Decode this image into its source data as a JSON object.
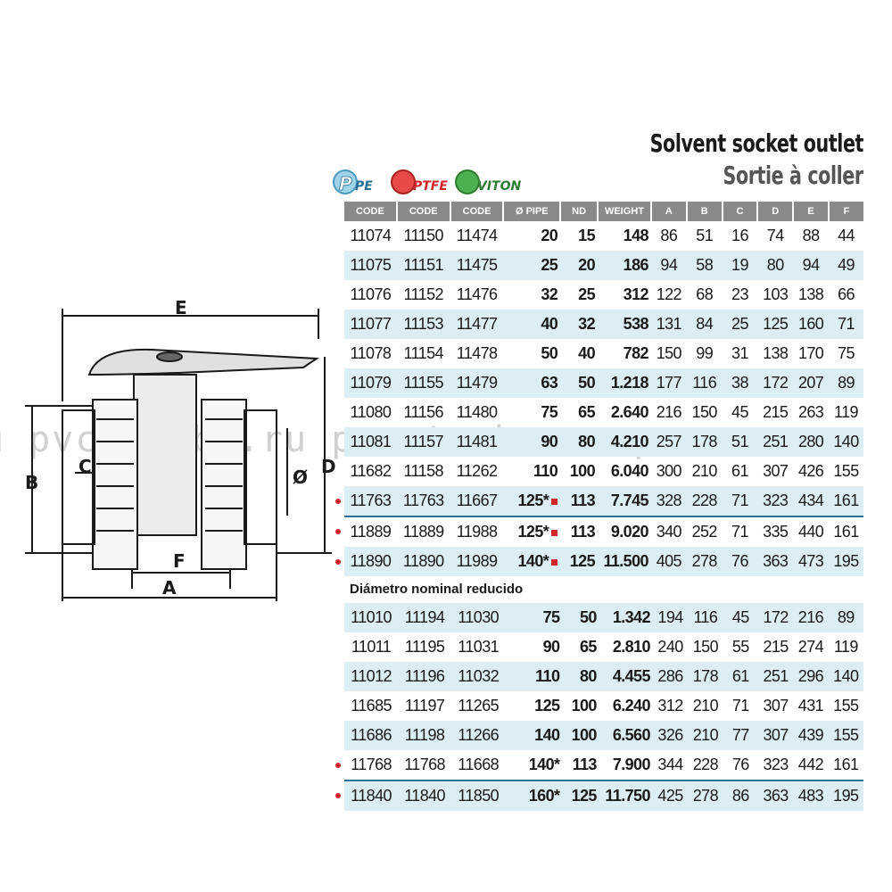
{
  "title": "Solvent socket outlet",
  "subtitle": "Sortie à coller",
  "logos": [
    "PE",
    "PTFE",
    "VITON"
  ],
  "headers": [
    "CODE",
    "CODE",
    "CODE",
    "Ø PIPE",
    "ND",
    "WEIGHT",
    "A",
    "B",
    "C",
    "D",
    "E",
    "F"
  ],
  "rows": [
    {
      "c1": "11074",
      "c2": "11150",
      "c3": "11474",
      "pipe": "20",
      "nd": "15",
      "w": "148",
      "a": "86",
      "b": "51",
      "c": "16",
      "d": "74",
      "e": "88",
      "f": "44"
    },
    {
      "c1": "11075",
      "c2": "11151",
      "c3": "11475",
      "pipe": "25",
      "nd": "20",
      "w": "186",
      "a": "94",
      "b": "58",
      "c": "19",
      "d": "80",
      "e": "94",
      "f": "49"
    },
    {
      "c1": "11076",
      "c2": "11152",
      "c3": "11476",
      "pipe": "32",
      "nd": "25",
      "w": "312",
      "a": "122",
      "b": "68",
      "c": "23",
      "d": "103",
      "e": "138",
      "f": "66"
    },
    {
      "c1": "11077",
      "c2": "11153",
      "c3": "11477",
      "pipe": "40",
      "nd": "32",
      "w": "538",
      "a": "131",
      "b": "84",
      "c": "25",
      "d": "125",
      "e": "160",
      "f": "71"
    },
    {
      "c1": "11078",
      "c2": "11154",
      "c3": "11478",
      "pipe": "50",
      "nd": "40",
      "w": "782",
      "a": "150",
      "b": "99",
      "c": "31",
      "d": "138",
      "e": "170",
      "f": "75"
    },
    {
      "c1": "11079",
      "c2": "11155",
      "c3": "11479",
      "pipe": "63",
      "nd": "50",
      "w": "1.218",
      "a": "177",
      "b": "116",
      "c": "38",
      "d": "172",
      "e": "207",
      "f": "89"
    },
    {
      "c1": "11080",
      "c2": "11156",
      "c3": "11480",
      "pipe": "75",
      "nd": "65",
      "w": "2.640",
      "a": "216",
      "b": "150",
      "c": "45",
      "d": "215",
      "e": "263",
      "f": "119"
    },
    {
      "c1": "11081",
      "c2": "11157",
      "c3": "11481",
      "pipe": "90",
      "nd": "80",
      "w": "4.210",
      "a": "257",
      "b": "178",
      "c": "51",
      "d": "251",
      "e": "280",
      "f": "140"
    },
    {
      "c1": "11682",
      "c2": "11158",
      "c3": "11262",
      "pipe": "110",
      "nd": "100",
      "w": "6.040",
      "a": "300",
      "b": "210",
      "c": "61",
      "d": "307",
      "e": "426",
      "f": "155"
    },
    {
      "c1": "11763",
      "c2": "11763",
      "c3": "11667",
      "pipe": "125*",
      "nd": "113",
      "w": "7.745",
      "a": "328",
      "b": "228",
      "c": "71",
      "d": "323",
      "e": "434",
      "f": "161"
    },
    {
      "c1": "11889",
      "c2": "11889",
      "c3": "11988",
      "pipe": "125*",
      "nd": "113",
      "w": "9.020",
      "a": "340",
      "b": "252",
      "c": "71",
      "d": "335",
      "e": "440",
      "f": "161"
    },
    {
      "c1": "11890",
      "c2": "11890",
      "c3": "11989",
      "pipe": "140*",
      "nd": "125",
      "w": "11.500",
      "a": "405",
      "b": "278",
      "c": "76",
      "d": "363",
      "e": "473",
      "f": "195"
    }
  ],
  "section_label": "Diámetro nominal reducido",
  "rows2": [
    {
      "c1": "11010",
      "c2": "11194",
      "c3": "11030",
      "pipe": "75",
      "nd": "50",
      "w": "1.342",
      "a": "194",
      "b": "116",
      "c": "45",
      "d": "172",
      "e": "216",
      "f": "89"
    },
    {
      "c1": "11011",
      "c2": "11195",
      "c3": "11031",
      "pipe": "90",
      "nd": "65",
      "w": "2.810",
      "a": "240",
      "b": "150",
      "c": "55",
      "d": "215",
      "e": "274",
      "f": "119"
    },
    {
      "c1": "11012",
      "c2": "11196",
      "c3": "11032",
      "pipe": "110",
      "nd": "80",
      "w": "4.455",
      "a": "286",
      "b": "178",
      "c": "61",
      "d": "251",
      "e": "296",
      "f": "140"
    },
    {
      "c1": "11685",
      "c2": "11197",
      "c3": "11265",
      "pipe": "125",
      "nd": "100",
      "w": "6.240",
      "a": "312",
      "b": "210",
      "c": "71",
      "d": "307",
      "e": "431",
      "f": "155"
    },
    {
      "c1": "11686",
      "c2": "11198",
      "c3": "11266",
      "pipe": "140",
      "nd": "100",
      "w": "6.560",
      "a": "326",
      "b": "210",
      "c": "77",
      "d": "307",
      "e": "439",
      "f": "155"
    },
    {
      "c1": "11768",
      "c2": "11768",
      "c3": "11668",
      "pipe": "140*",
      "nd": "113",
      "w": "7.900",
      "a": "344",
      "b": "228",
      "c": "76",
      "d": "323",
      "e": "442",
      "f": "161"
    },
    {
      "c1": "11840",
      "c2": "11840",
      "c3": "11850",
      "pipe": "160*",
      "nd": "125",
      "w": "11.750",
      "a": "425",
      "b": "278",
      "c": "86",
      "d": "363",
      "e": "483",
      "f": "195"
    }
  ],
  "drawing_labels": {
    "A": "A",
    "B": "B",
    "C": "C",
    "D": "D",
    "E": "E",
    "F": "F",
    "O": "Ø"
  },
  "watermark": "u   pvc-truba.ru   pvc-truba.ru   pvc-",
  "colors": {
    "header": "#8a8a8a",
    "alt_row": "#dcedf3",
    "separator": "#2a6f94",
    "bullet": "#d0262b"
  }
}
